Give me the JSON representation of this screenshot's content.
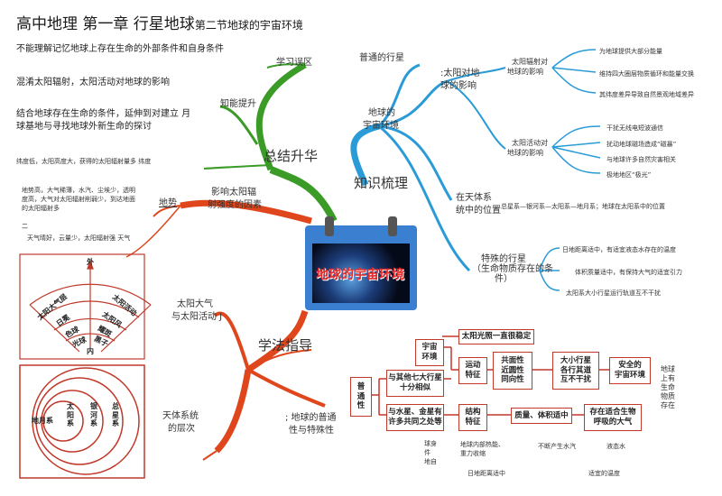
{
  "title": {
    "main": "高中地理  第一章  行星地球",
    "sub": "第二节地球的宇宙环境"
  },
  "left_notes": {
    "n1": "不能理解记忆地球上存在生命的外部条件和自身条件",
    "n2": "混淆太阳辐射，太阳活动对地球的影响",
    "n3a": "结合地球存在生命的条件，延伸到对建立  月",
    "n3b": "球基地与寻找地球外新生命的探讨",
    "n4": "纬度低，太阳高度大，获得的太阳辐射量多  纬度",
    "n5a": "地势高，大气稀薄，水汽、尘埃少，透明",
    "n5b": "度高，大气对太阳辐射削弱少，到达地面",
    "n5c": "的太阳辐射多",
    "n6": "二",
    "n7": "天气晴好，云量少，太阳辐射强  天气",
    "terrain": "地势"
  },
  "branches": {
    "summary": "总结升华",
    "knowledge": "知识梳理",
    "method": "学法指导",
    "mistake": "学习误区",
    "ability": "知能提升",
    "factors_a": "影响太阳辐",
    "factors_b": "射强度的因素",
    "sun_atmo_a": "太阳大气",
    "sun_atmo_b": "与太阳活动 J",
    "system_a": "天体系统",
    "system_b": "的层次",
    "earth_a": "; 地球的普通",
    "earth_b": "性与特殊性"
  },
  "center_card": {
    "label": "地球的宇宙环境"
  },
  "right_tree": {
    "ordinary": "普通的行星",
    "env_a": "地球的",
    "env_b": "宇宙环境",
    "sun_effect_a": ":太阳对地",
    "sun_effect_b": "球的影响",
    "radiation_a": "太阳辐射对",
    "radiation_b": "地球的影响",
    "rad_items": [
      "为地球提供大部分能量",
      "维持四大圈层物质循环和能量交换",
      "其纬度差异导致自然景观地域差异"
    ],
    "activity_a": "太阳活动对",
    "activity_b": "地球的影响",
    "act_items": [
      "干扰无线电短波通信",
      "扰动地球磁场造成“磁暴”",
      "与地球许多自然灾害相关",
      "极地地区“极光”"
    ],
    "position_a": "在天体系",
    "position_b": "统中的位置",
    "position_detail": "总星系—银河系—太阳系—地月系；地球在太阳系中的位置",
    "special_a": "特殊的行星",
    "special_b": "（生命物质存在的条",
    "special_c": "件）",
    "special_items": [
      "日地距离适中，有适宜液态水存在的温度",
      "体积质量适中，有保持大气的适宜引力",
      "太阳系大小行星运行轨道互不干扰"
    ]
  },
  "fan_diagram": {
    "outer_label": "外",
    "inner_label": "内",
    "layers": [
      "太阳大气层",
      "太阳活动",
      "日冕",
      "太阳风",
      "色球",
      "耀斑",
      "光球",
      "黑子"
    ]
  },
  "circle_diagram": {
    "labels": [
      "地月系",
      "太阳系",
      "银河系",
      "总星系"
    ]
  },
  "bottom_chart": {
    "root": "普通性",
    "universe_env_a": "宇宙",
    "universe_env_b": "环境",
    "sunlight": "太阳光照一直很稳定",
    "motion_a": "运动",
    "motion_b": "特征",
    "common_a": "共面性",
    "common_b": "近圆性",
    "common_c": "同向性",
    "planets_a": "大小行星",
    "planets_b": "各行其道",
    "planets_c": "互不干扰",
    "safe_a": "安全的",
    "safe_b": "宇宙环境",
    "similar_a": "与其他七大行星",
    "similar_b": "十分相似",
    "different_a": "与水星、金星有",
    "different_b": "许多共同之处等",
    "structure_a": "结构",
    "structure_b": "特征",
    "volume": "质量、体积适中",
    "suitable_a": "存在适合生物",
    "suitable_b": "呼吸的大气",
    "life_a": "地球",
    "life_b": "上有",
    "life_c": "生命",
    "life_d": "物质",
    "life_e": "存在",
    "selfa": "球身",
    "selfb": "件",
    "selfc": "地自",
    "internal_a": "地球内部热能、",
    "internal_b": "重力收缩",
    "water": "不断产生水汽",
    "liquid": "液态水",
    "distance": "日地距离适中",
    "temperature": "适宜的温度"
  }
}
